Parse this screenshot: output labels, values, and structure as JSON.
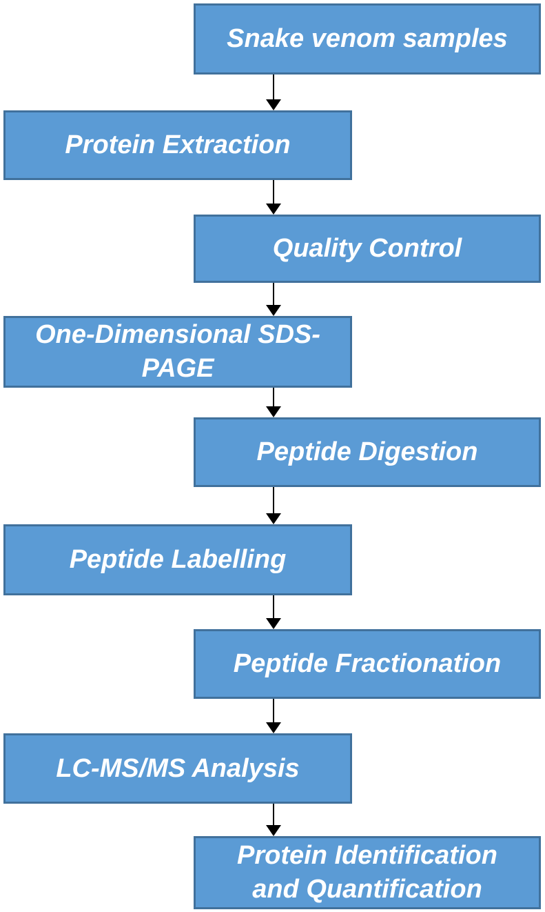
{
  "flowchart": {
    "type": "top-down-workflow",
    "steps": [
      {
        "label": "Snake venom samples",
        "align": "right"
      },
      {
        "label": "Protein Extraction",
        "align": "left"
      },
      {
        "label": "Quality Control",
        "align": "right"
      },
      {
        "label": "One-Dimensional SDS-\nPAGE",
        "align": "left"
      },
      {
        "label": "Peptide Digestion",
        "align": "right"
      },
      {
        "label": "Peptide Labelling",
        "align": "left"
      },
      {
        "label": "Peptide Fractionation",
        "align": "right"
      },
      {
        "label": "LC-MS/MS Analysis",
        "align": "left"
      },
      {
        "label": "Protein Identification\nand Quantification",
        "align": "right"
      }
    ],
    "connector_style": "down-arrow",
    "colors": {
      "box_fill": "#5b9bd5",
      "box_border": "#41719c",
      "label_text": "#ffffff",
      "arrow": "#000000",
      "background": "#ffffff"
    }
  }
}
